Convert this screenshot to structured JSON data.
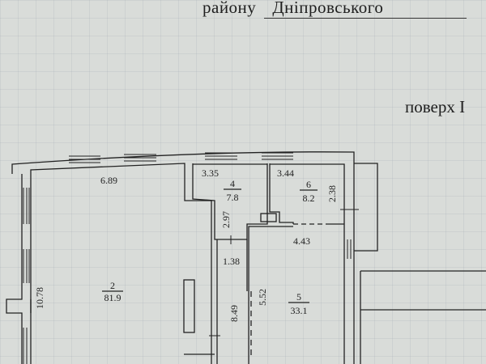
{
  "header": {
    "region_prefix": "району",
    "region_name": "Дніпровського",
    "floor_label": "поверх I"
  },
  "rooms": [
    {
      "number": "2",
      "area": "81.9"
    },
    {
      "number": "4",
      "area": "7.8"
    },
    {
      "number": "5",
      "area": "33.1"
    },
    {
      "number": "6",
      "area": "8.2"
    }
  ],
  "dimensions": {
    "d1": "6.89",
    "d2": "3.35",
    "d3": "3.44",
    "d4": "2.38",
    "d5": "2.97",
    "d6": "4.43",
    "d7": "1.38",
    "d8": "10.78",
    "d9": "8.49",
    "d10": "5.52"
  }
}
